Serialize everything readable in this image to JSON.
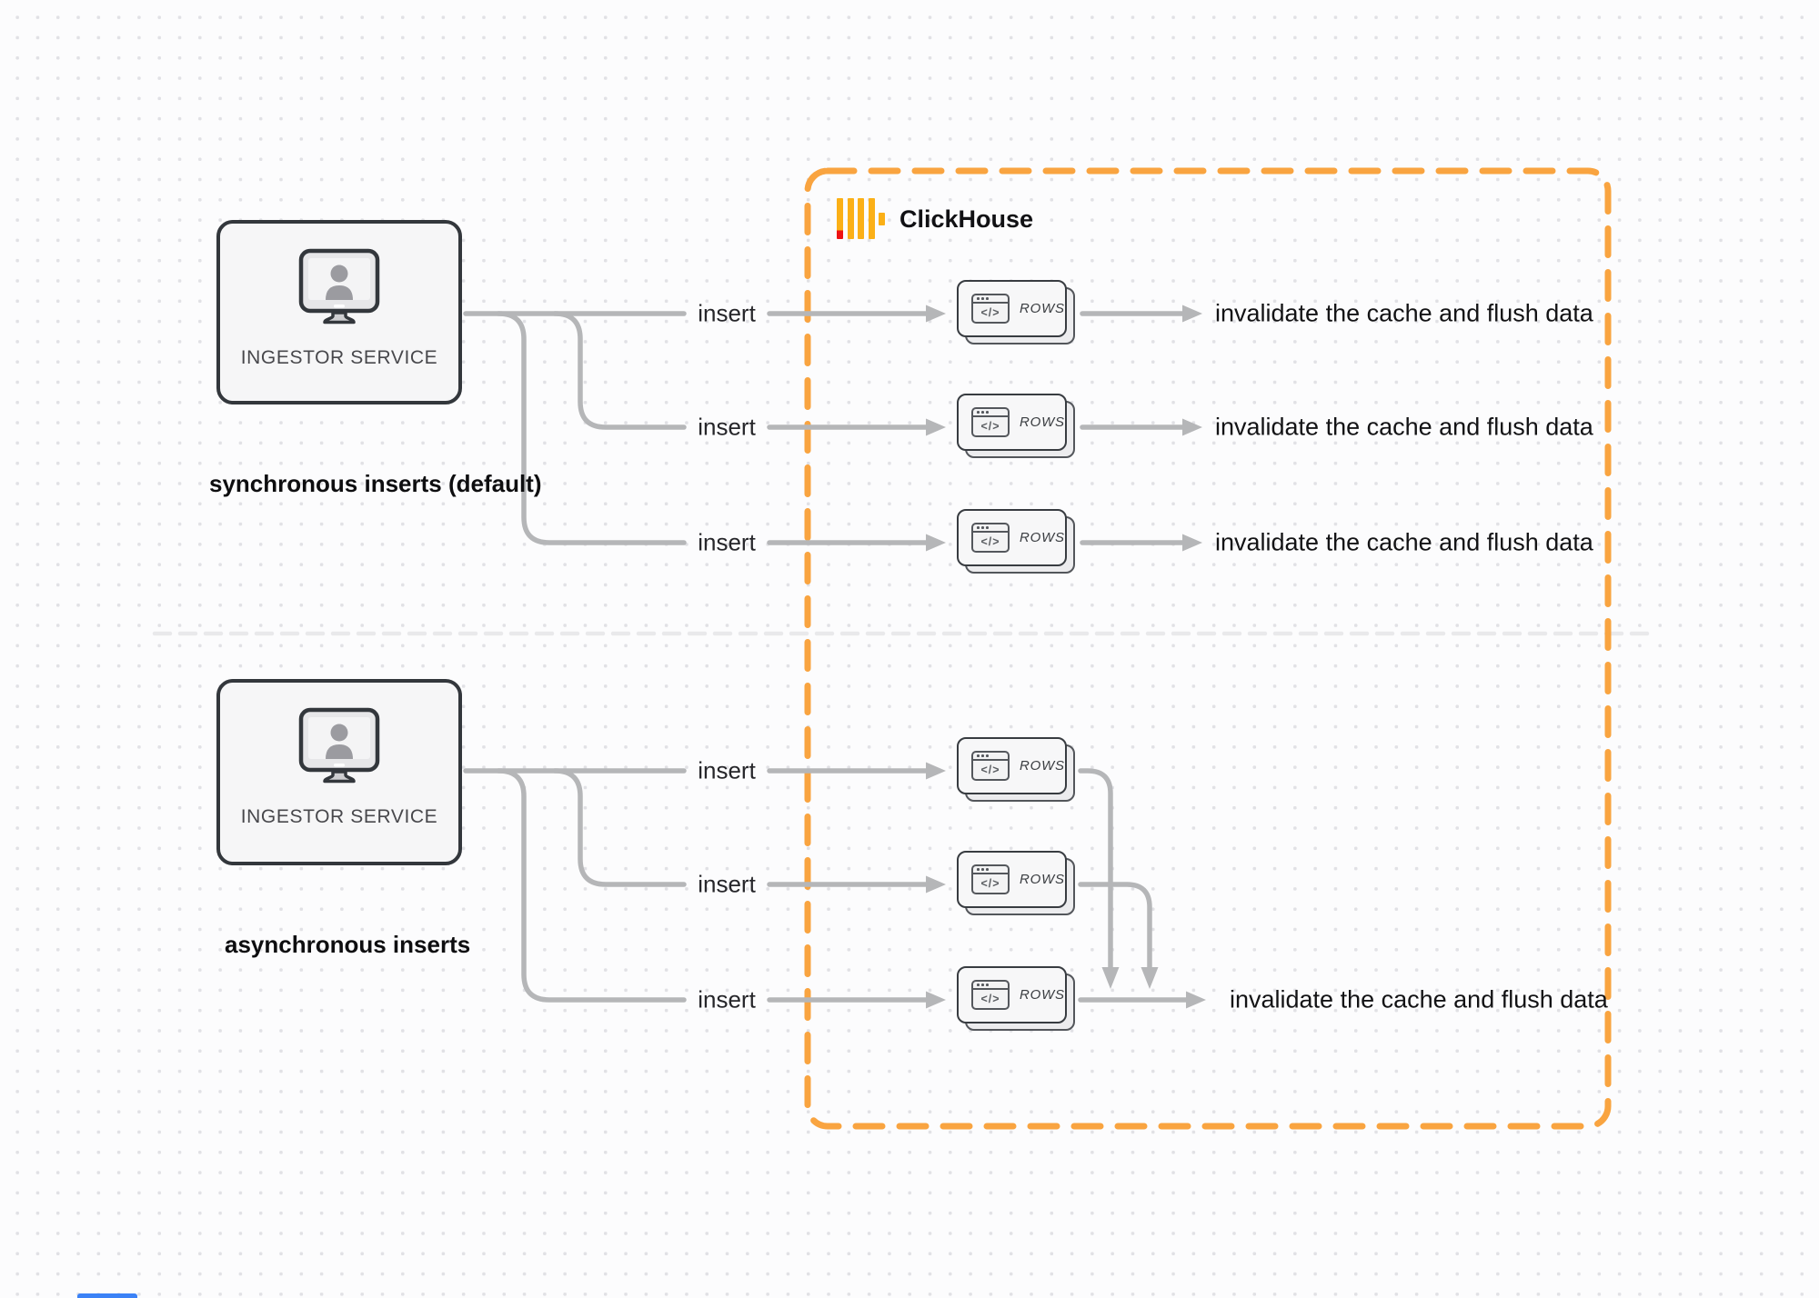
{
  "clickhouse": {
    "label": "ClickHouse"
  },
  "icons": {
    "browser_glyph": "</>"
  },
  "sections": [
    {
      "caption": "synchronous inserts (default)",
      "service_label": "INGESTOR SERVICE",
      "rows": [
        {
          "insert": "insert",
          "node": "ROWS",
          "result": "invalidate the cache and flush data"
        },
        {
          "insert": "insert",
          "node": "ROWS",
          "result": "invalidate the cache and flush data"
        },
        {
          "insert": "insert",
          "node": "ROWS",
          "result": "invalidate the cache and flush data"
        }
      ]
    },
    {
      "caption": "asynchronous inserts",
      "service_label": "INGESTOR SERVICE",
      "rows": [
        {
          "insert": "insert",
          "node": "ROWS"
        },
        {
          "insert": "insert",
          "node": "ROWS"
        },
        {
          "insert": "insert",
          "node": "ROWS",
          "result": "invalidate the cache and flush data"
        }
      ]
    }
  ],
  "colors": {
    "accent_orange": "#F9A440",
    "logo_yellow": "#FBB017",
    "logo_red": "#EE1212",
    "connector_gray": "#B5B6B8",
    "divider_gray": "#E9E9EB"
  }
}
